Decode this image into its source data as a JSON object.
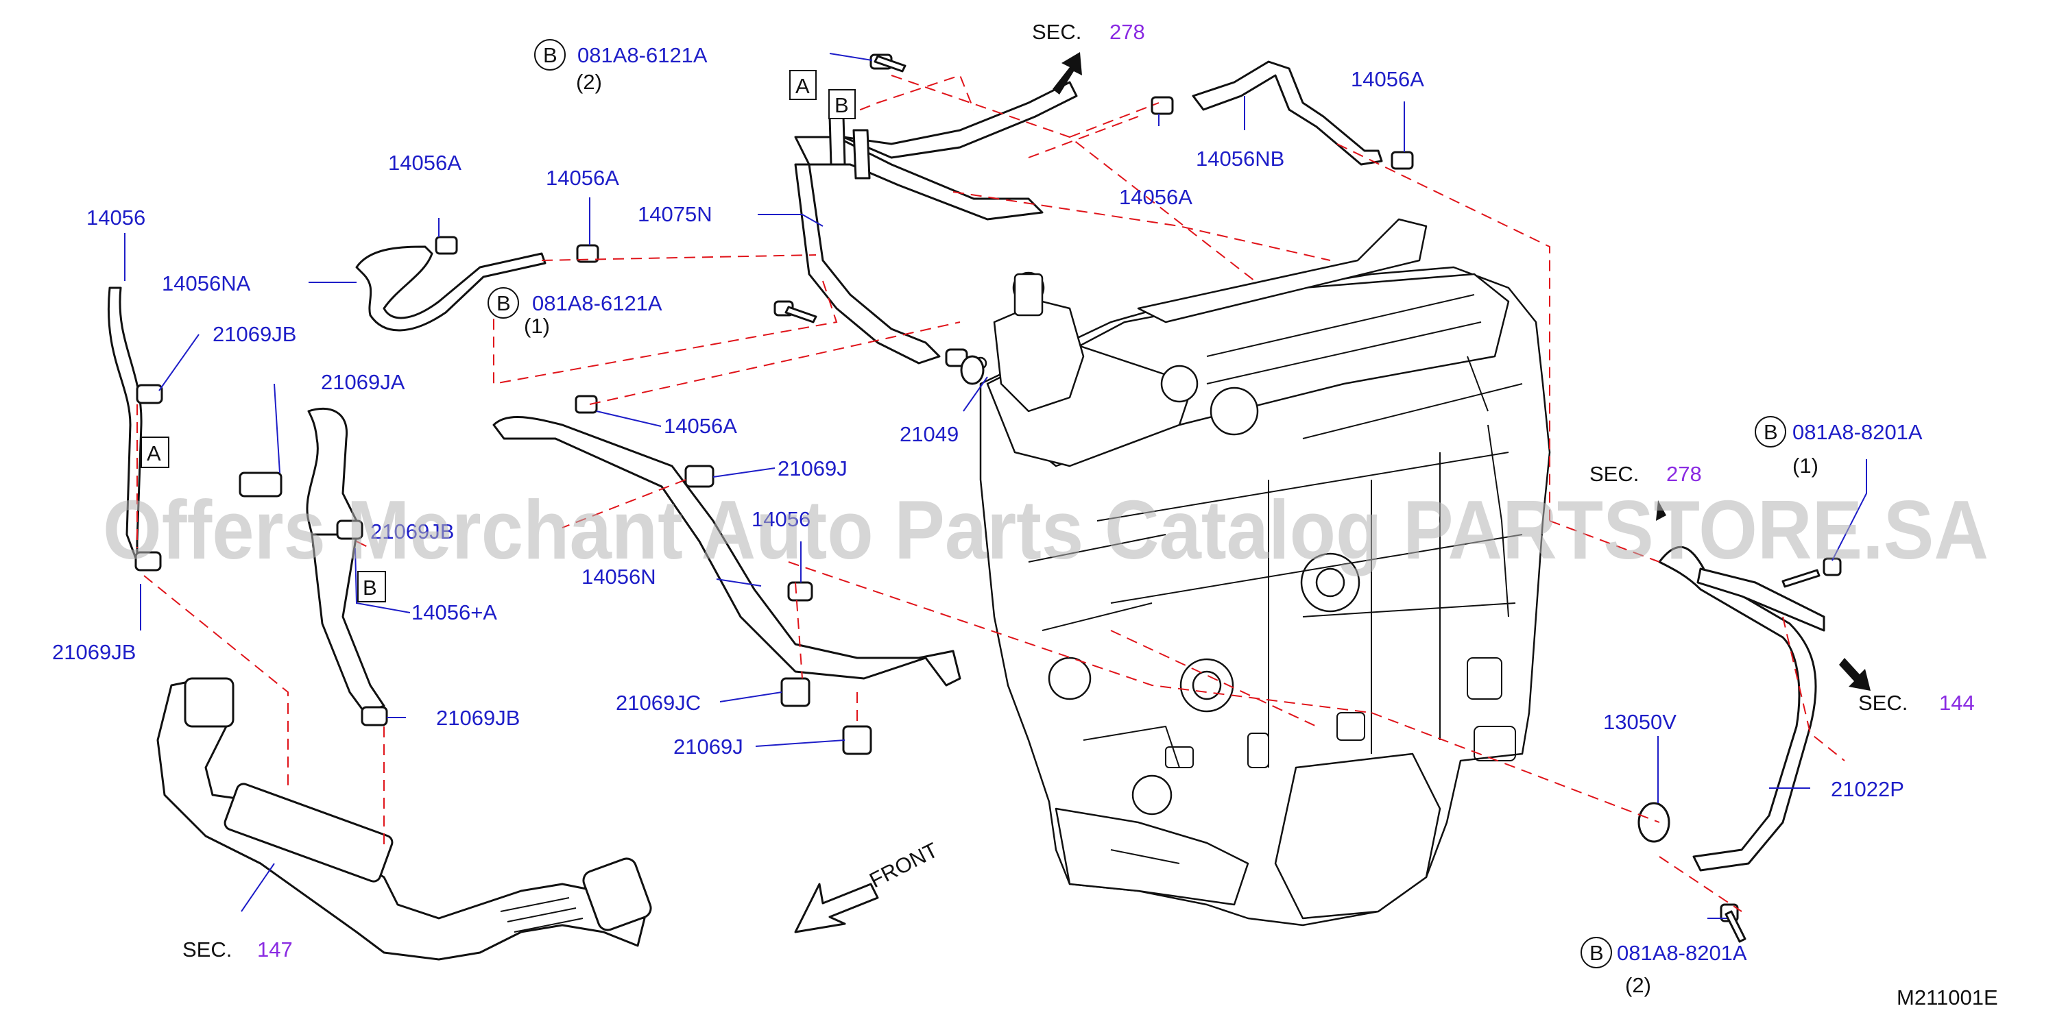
{
  "watermark": "Offers Merchant Auto Parts Catalog PARTSTORE.SA",
  "diagram_code": "M211001E",
  "front_label": "FRONT",
  "circle_letter": "B",
  "box_letters": {
    "a": "A",
    "b": "B"
  },
  "labels": {
    "p14056": "14056",
    "p14056NA": "14056NA",
    "p14056A_1": "14056A",
    "p14056A_2": "14056A",
    "p14056A_3": "14056A",
    "p14056A_4": "14056A",
    "p14056A_5": "14056A",
    "p14056NB": "14056NB",
    "p14075N": "14075N",
    "p21049": "21049",
    "p21069JB_1": "21069JB",
    "p21069JB_2": "21069JB",
    "p21069JB_3": "21069JB",
    "p21069JB_4": "21069JB",
    "p21069JA": "21069JA",
    "p21069J_1": "21069J",
    "p21069J_2": "21069J",
    "p21069JC": "21069JC",
    "p14056N": "14056N",
    "p14056plusA": "14056+A",
    "p14056_obscured": "14056",
    "p13050V": "13050V",
    "p21022P": "21022P"
  },
  "bolts": [
    {
      "part": "081A8-6121A",
      "qty": "(2)"
    },
    {
      "part": "081A8-6121A",
      "qty": "(1)"
    },
    {
      "part": "081A8-8201A",
      "qty": "(1)"
    },
    {
      "part": "081A8-8201A",
      "qty": "(2)"
    }
  ],
  "sections": [
    {
      "prefix": "SEC.",
      "number": "278"
    },
    {
      "prefix": "SEC.",
      "number": "278"
    },
    {
      "prefix": "SEC.",
      "number": "144"
    },
    {
      "prefix": "SEC.",
      "number": "147"
    }
  ],
  "colors": {
    "label": "#1e1ec8",
    "section_number": "#8a2be2",
    "dashed_line": "#e0141a",
    "outline": "#111111"
  }
}
